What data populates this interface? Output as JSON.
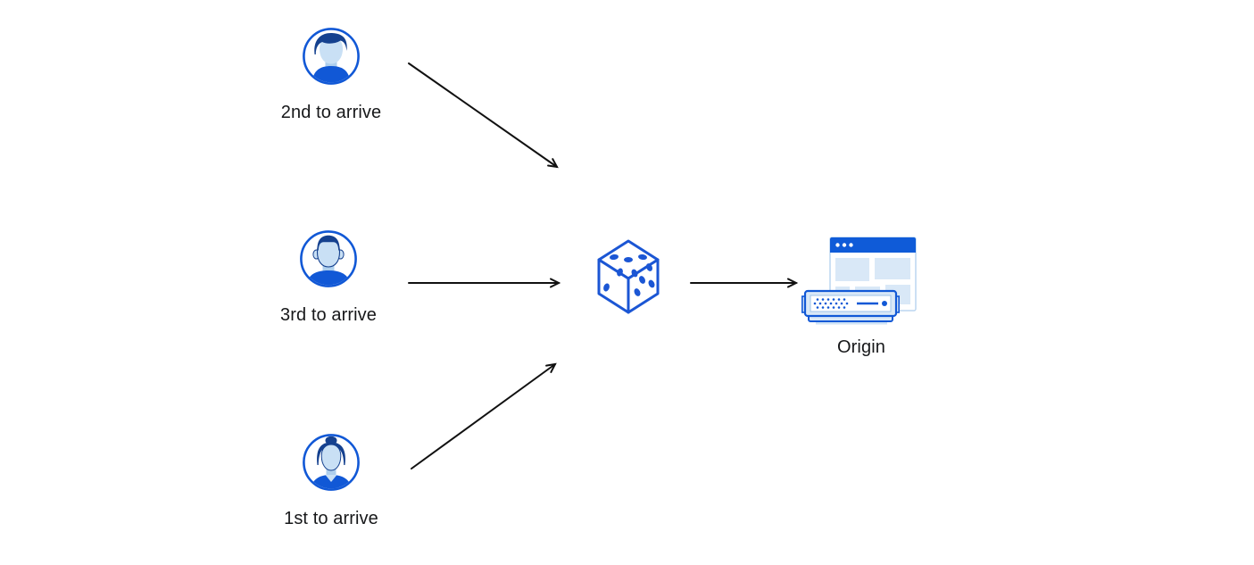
{
  "diagram": {
    "background_color": "#ffffff",
    "arrow_color": "#111111",
    "accent_blue": "#1158d6",
    "dark_blue": "#15418f",
    "pale_blue": "#d9e8f7",
    "clients": [
      {
        "id": "second-visitor",
        "label": "2nd to arrive",
        "icon": "person-avatar-icon"
      },
      {
        "id": "third-visitor",
        "label": "3rd to arrive",
        "icon": "person-avatar-icon"
      },
      {
        "id": "first-visitor",
        "label": "1st to arrive",
        "icon": "person-avatar-icon"
      }
    ],
    "random_selector": {
      "icon": "dice-icon"
    },
    "origin_server": {
      "label": "Origin",
      "icon": "origin-server-icon"
    }
  }
}
